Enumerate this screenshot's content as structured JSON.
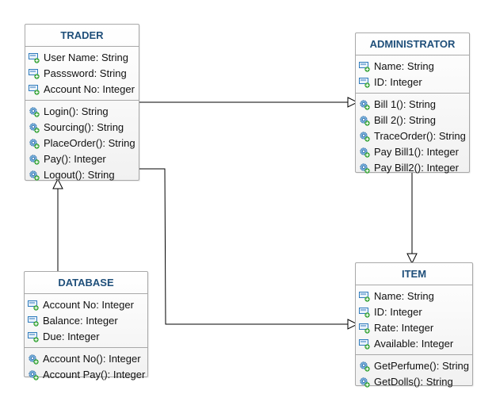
{
  "classes": {
    "trader": {
      "name": "TRADER",
      "attributes": [
        "User Name: String",
        "Passsword: String",
        "Account No: Integer"
      ],
      "operations": [
        "Login(): String",
        "Sourcing(): String",
        "PlaceOrder(): String",
        "Pay(): Integer",
        "Logout(): String"
      ]
    },
    "administrator": {
      "name": "ADMINISTRATOR",
      "attributes": [
        "Name: String",
        "ID: Integer"
      ],
      "operations": [
        "Bill 1(): String",
        "Bill 2(): String",
        "TraceOrder(): String",
        "Pay Bill1(): Integer",
        "Pay Bill2(): Integer"
      ]
    },
    "database": {
      "name": "DATABASE",
      "attributes": [
        "Account No: Integer",
        "Balance: Integer",
        "Due: Integer"
      ],
      "operations": [
        "Account No(): Integer",
        "Account Pay(): Integer"
      ]
    },
    "item": {
      "name": "ITEM",
      "attributes": [
        "Name: String",
        "ID: Integer",
        "Rate: Integer",
        "Available: Integer"
      ],
      "operations": [
        "GetPerfume(): String",
        "GetDolls(): String"
      ]
    }
  },
  "icons": {
    "attribute": "field-icon",
    "operation": "method-gear-icon"
  },
  "colors": {
    "title": "#1f4f7a",
    "border": "#a8a8a8",
    "icon_blue": "#2f7bbd",
    "icon_green": "#3aa53a"
  }
}
